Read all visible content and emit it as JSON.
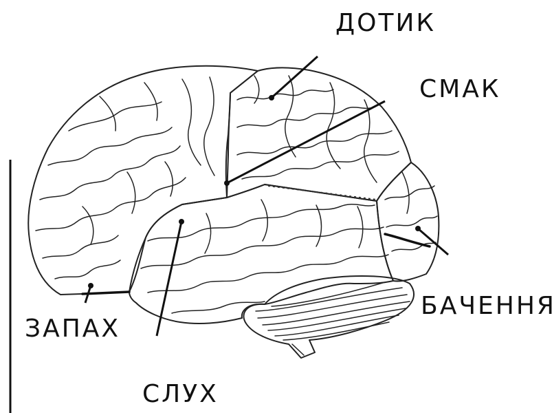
{
  "labels": {
    "touch": "ДОТИК",
    "taste": "СМАК",
    "smell": "ЗАПАХ",
    "hearing": "СЛУХ",
    "vision": "БАЧЕННЯ"
  },
  "colors": {
    "background": "#ffffff",
    "frontal_lobe": "#ffffff",
    "parietal_lobe": "#5e5e5e",
    "temporal_lobe": "#a9a9a9",
    "occipital_lobe": "#ffffff",
    "cerebellum": "#ffffff",
    "outline": "#222222"
  }
}
